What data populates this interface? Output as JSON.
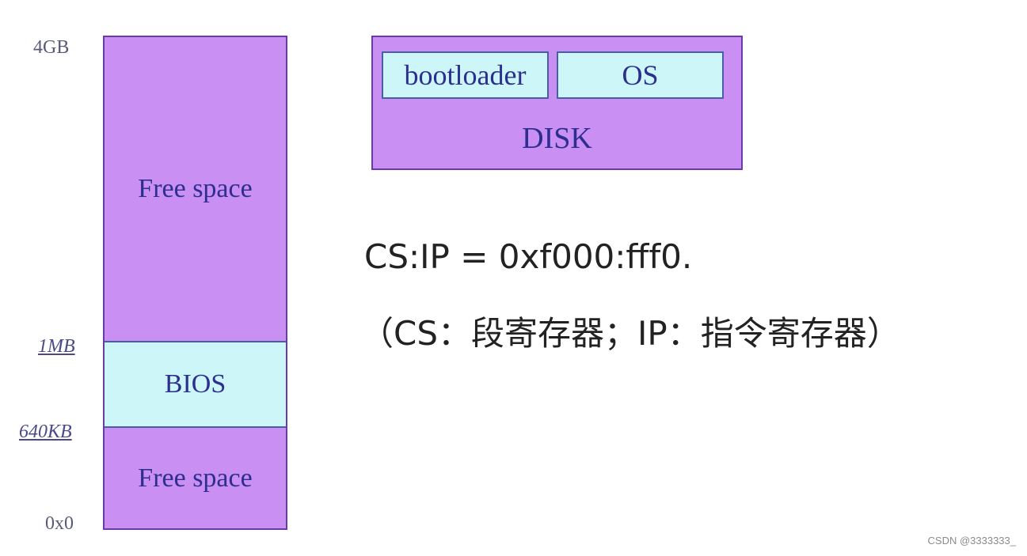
{
  "memory_map": {
    "address_labels": {
      "top": "4GB",
      "one_mb": "1MB",
      "kb640": "640KB",
      "bottom": "0x0"
    },
    "regions": {
      "free_top": "Free space",
      "bios": "BIOS",
      "free_bottom": "Free space"
    }
  },
  "disk": {
    "bootloader": "bootloader",
    "os": "OS",
    "label": "DISK"
  },
  "registers": {
    "line1": "CS:IP = 0xf000:fff0.",
    "line2": "（CS：段寄存器；IP：指令寄存器）"
  },
  "watermark": "CSDN @3333333_",
  "colors": {
    "free_space": "#c98ff2",
    "bios": "#ccf6f7",
    "text_blue": "#2d2f8f"
  }
}
